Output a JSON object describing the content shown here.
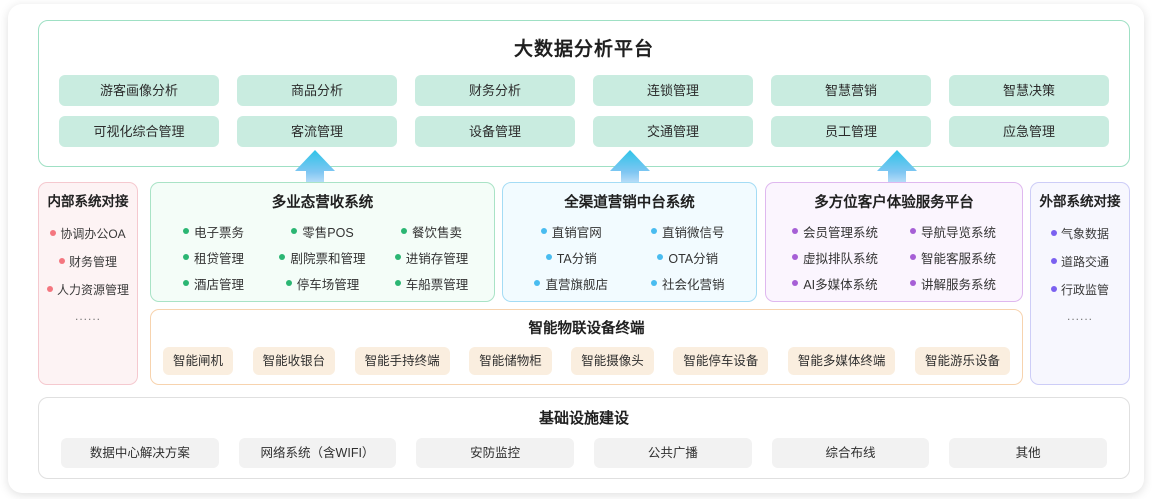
{
  "big_data_platform": {
    "title": "大数据分析平台",
    "modules": [
      "游客画像分析",
      "商品分析",
      "财务分析",
      "连锁管理",
      "智慧营销",
      "智慧决策",
      "可视化综合管理",
      "客流管理",
      "设备管理",
      "交通管理",
      "员工管理",
      "应急管理"
    ],
    "chip_color": "#c9ece0",
    "border_color": "#9fe0c4"
  },
  "internal_systems": {
    "title": "内部系统对接",
    "items": [
      "协调办公OA",
      "财务管理",
      "人力资源管理"
    ],
    "ellipsis": "......",
    "dot_color": "#f4767f",
    "bg_color": "#fdf3f4",
    "border_color": "#f5c9cf"
  },
  "external_systems": {
    "title": "外部系统对接",
    "items": [
      "气象数据",
      "道路交通",
      "行政监管"
    ],
    "ellipsis": "......",
    "dot_color": "#7b61f0",
    "bg_color": "#f7f7fe",
    "border_color": "#cdcdf7"
  },
  "revenue_system": {
    "title": "多业态营收系统",
    "items": [
      "电子票务",
      "零售POS",
      "餐饮售卖",
      "租贷管理",
      "剧院票和管理",
      "进销存管理",
      "酒店管理",
      "停车场管理",
      "车船票管理"
    ],
    "dot_color": "#2bb673",
    "bg_color": "#f4fdf8",
    "border_color": "#a9e3c6"
  },
  "marketing_system": {
    "title": "全渠道营销中台系统",
    "items": [
      "直销官网",
      "直销微信号",
      "TA分销",
      "OTA分销",
      "直营旗舰店",
      "社会化营销"
    ],
    "dot_color": "#49bcf0",
    "bg_color": "#f2fbff",
    "border_color": "#a4dcf5"
  },
  "customer_experience": {
    "title": "多方位客户体验服务平台",
    "items": [
      "会员管理系统",
      "导航导览系统",
      "虚拟排队系统",
      "智能客服系统",
      "AI多媒体系统",
      "讲解服务系统"
    ],
    "dot_color": "#a65fd6",
    "bg_color": "#fbf5fe",
    "border_color": "#dfb8ef"
  },
  "iot_terminals": {
    "title": "智能物联设备终端",
    "items": [
      "智能闸机",
      "智能收银台",
      "智能手持终端",
      "智能储物柜",
      "智能摄像头",
      "智能停车设备",
      "智能多媒体终端",
      "智能游乐设备"
    ],
    "chip_color": "#faeedf",
    "border_color": "#f7d3ae"
  },
  "infrastructure": {
    "title": "基础设施建设",
    "items": [
      "数据中心解决方案",
      "网络系统（含WIFI）",
      "安防监控",
      "公共广播",
      "综合布线",
      "其他"
    ],
    "chip_color": "#f2f2f2",
    "border_color": "#e0e0e0"
  },
  "arrows": {
    "count": 3,
    "color_top": "#2ec4e8",
    "color_bottom": "#bcdcf7",
    "name": "upward-flow-arrow"
  }
}
